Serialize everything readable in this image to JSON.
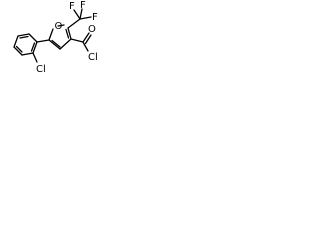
{
  "molecule": {
    "atoms": {
      "ring_chlorine": "Cl",
      "furan_oxygen": "O",
      "cf3_fluorine_1": "F",
      "cf3_fluorine_2": "F",
      "cf3_fluorine_3": "F",
      "carbonyl_oxygen": "O",
      "acyl_chlorine": "Cl"
    }
  }
}
